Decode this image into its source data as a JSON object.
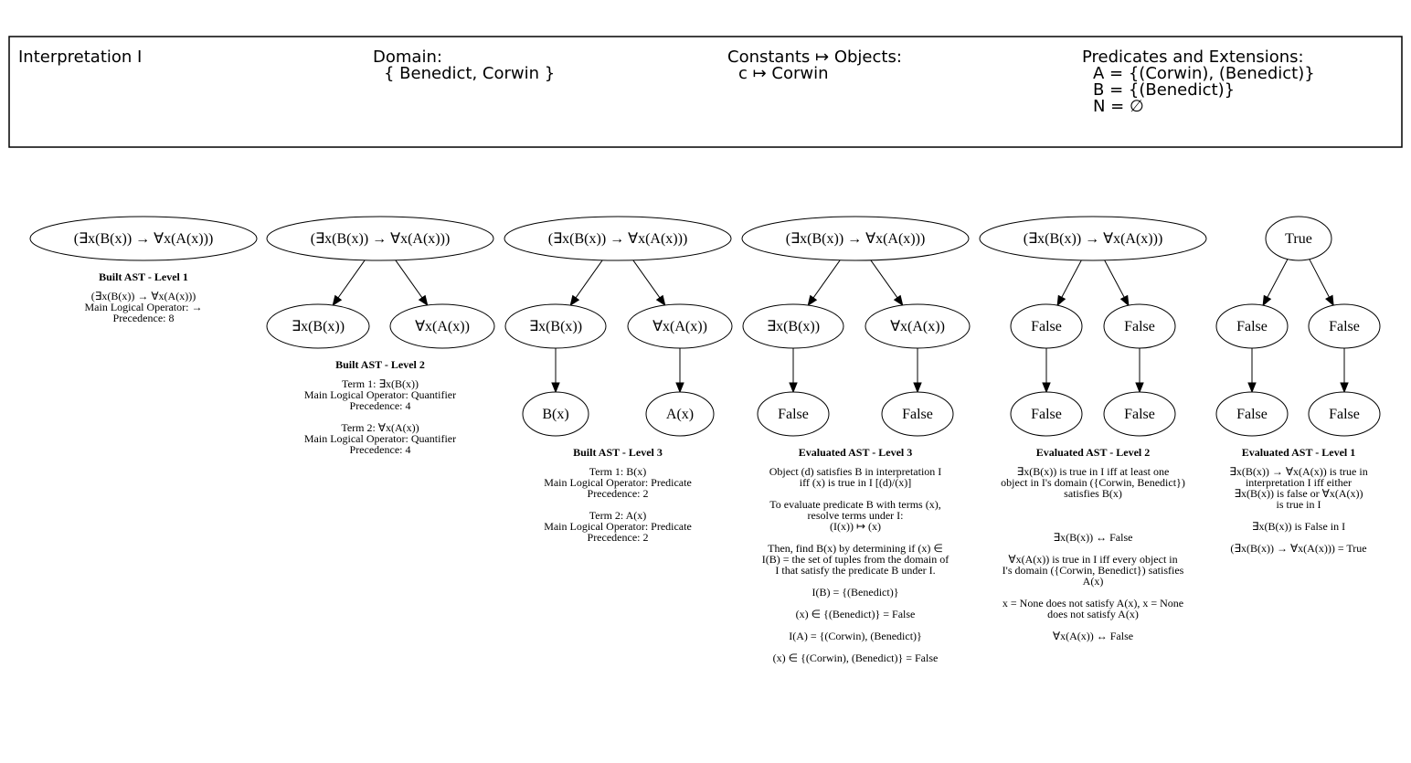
{
  "interpretation": {
    "title": "Interpretation I",
    "domain_heading": "Domain:",
    "domain_value": "{ Benedict, Corwin }",
    "constants_heading": "Constants ↦ Objects:",
    "constants": [
      "c ↦ Corwin"
    ],
    "predicates_heading": "Predicates and Extensions:",
    "predicates": [
      "A = {(Corwin), (Benedict)}",
      "B = {(Benedict)}",
      "N = ∅"
    ]
  },
  "panels": [
    {
      "root": "(∃x(B(x)) → ∀x(A(x)))",
      "mid": [],
      "leaves": [],
      "caption_title": "Built AST - Level 1",
      "caption_lines": [
        "(∃x(B(x)) → ∀x(A(x)))",
        "Main Logical Operator: →",
        "Precedence: 8"
      ]
    },
    {
      "root": "(∃x(B(x)) → ∀x(A(x)))",
      "mid": [
        "∃x(B(x))",
        "∀x(A(x))"
      ],
      "leaves": [],
      "caption_title": "Built AST - Level 2",
      "caption_lines": [
        "Term 1: ∃x(B(x))",
        "Main Logical Operator: Quantifier",
        "Precedence: 4",
        "",
        "Term 2: ∀x(A(x))",
        "Main Logical Operator: Quantifier",
        "Precedence: 4"
      ]
    },
    {
      "root": "(∃x(B(x)) → ∀x(A(x)))",
      "mid": [
        "∃x(B(x))",
        "∀x(A(x))"
      ],
      "leaves": [
        "B(x)",
        "A(x)"
      ],
      "caption_title": "Built AST - Level 3",
      "caption_lines": [
        "Term 1: B(x)",
        "Main Logical Operator: Predicate",
        "Precedence: 2",
        "",
        "Term 2: A(x)",
        "Main Logical Operator: Predicate",
        "Precedence: 2"
      ]
    },
    {
      "root": "(∃x(B(x)) → ∀x(A(x)))",
      "mid": [
        "∃x(B(x))",
        "∀x(A(x))"
      ],
      "leaves": [
        "False",
        "False"
      ],
      "caption_title": "Evaluated AST - Level 3",
      "caption_lines": [
        "Object (d) satisfies B in interpretation I",
        "iff (x) is true in I [(d)/(x)]",
        "",
        "To evaluate predicate B with terms (x),",
        "resolve terms under I:",
        "(I(x)) ↦ (x)",
        "",
        "Then, find B(x) by determining if (x) ∈",
        "I(B) = the set of tuples from the domain of",
        "I that satisfy the predicate B under I.",
        "",
        "I(B) = {(Benedict)}",
        "",
        "(x) ∈ {(Benedict)} = False",
        "",
        "I(A) = {(Corwin), (Benedict)}",
        "",
        "(x) ∈ {(Corwin), (Benedict)} = False"
      ]
    },
    {
      "root": "(∃x(B(x)) → ∀x(A(x)))",
      "mid": [
        "False",
        "False"
      ],
      "leaves": [
        "False",
        "False"
      ],
      "caption_title": "Evaluated AST - Level 2",
      "caption_lines": [
        "∃x(B(x)) is true in I iff at least one",
        "object in I's domain ({Corwin, Benedict})",
        "satisfies B(x)",
        "",
        "",
        "",
        "∃x(B(x)) ↔ False",
        "",
        "∀x(A(x)) is true in I iff every object in",
        "I's domain ({Corwin, Benedict}) satisfies",
        "A(x)",
        "",
        "x = None does not satisfy A(x), x = None",
        "does not satisfy A(x)",
        "",
        "∀x(A(x)) ↔ False"
      ]
    },
    {
      "root": "True",
      "mid": [
        "False",
        "False"
      ],
      "leaves": [
        "False",
        "False"
      ],
      "caption_title": "Evaluated AST - Level 1",
      "caption_lines": [
        "∃x(B(x)) → ∀x(A(x)) is true in",
        "interpretation I iff either",
        "∃x(B(x)) is false or ∀x(A(x))",
        "is true in I",
        "",
        "∃x(B(x)) is False in I",
        "",
        "(∃x(B(x)) → ∀x(A(x))) = True"
      ]
    }
  ]
}
